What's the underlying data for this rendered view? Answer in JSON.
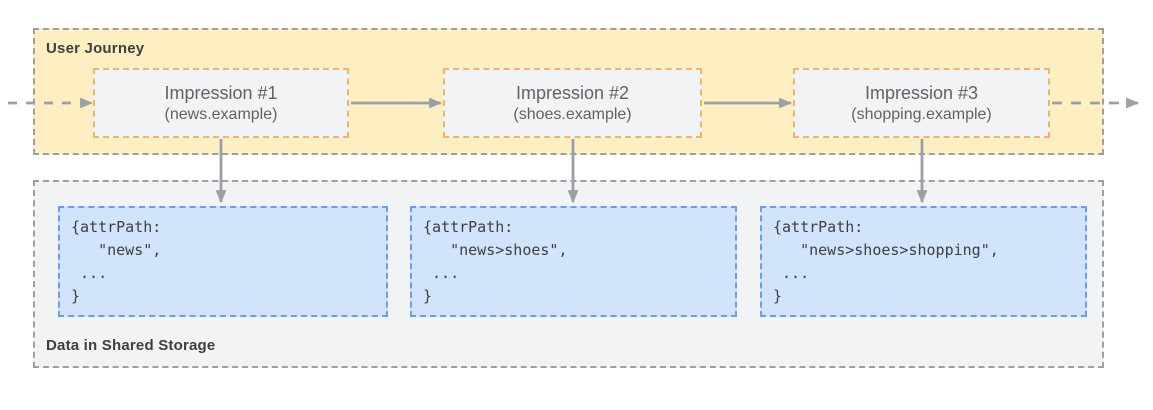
{
  "user_journey": {
    "label": "User Journey",
    "impressions": [
      {
        "title": "Impression #1",
        "domain": "(news.example)"
      },
      {
        "title": "Impression #2",
        "domain": "(shoes.example)"
      },
      {
        "title": "Impression #3",
        "domain": "(shopping.example)"
      }
    ]
  },
  "shared_storage": {
    "label": "Data in Shared Storage",
    "entries": [
      {
        "lines": [
          "{attrPath:",
          "   \"news\",",
          " ...",
          "}"
        ]
      },
      {
        "lines": [
          "{attrPath:",
          "   \"news>shoes\",",
          " ...",
          "}"
        ]
      },
      {
        "lines": [
          "{attrPath:",
          "   \"news>shoes>shopping\",",
          " ...",
          "}"
        ]
      }
    ]
  },
  "colors": {
    "journey_fill": "#FEEFC3",
    "journey_border": "#9AA0A6",
    "impression_fill": "#F1F3F4",
    "impression_border": "#F6B26B",
    "storage_fill": "#F1F3F4",
    "storage_border": "#9AA0A6",
    "entry_fill": "#D2E3FC",
    "entry_border": "#669DF6",
    "arrow": "#9AA0A6",
    "label_text": "#3C4043",
    "node_text": "#5F6368"
  }
}
